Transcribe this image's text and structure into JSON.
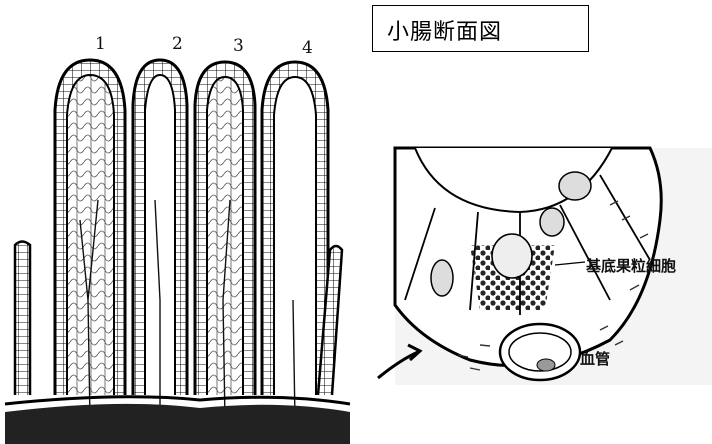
{
  "title": "小腸断面図",
  "villus_numbers": [
    "1",
    "2",
    "3",
    "4"
  ],
  "labels": {
    "basal_granular_cell": "基底果粒細胞",
    "blood_vessel": "血管"
  }
}
